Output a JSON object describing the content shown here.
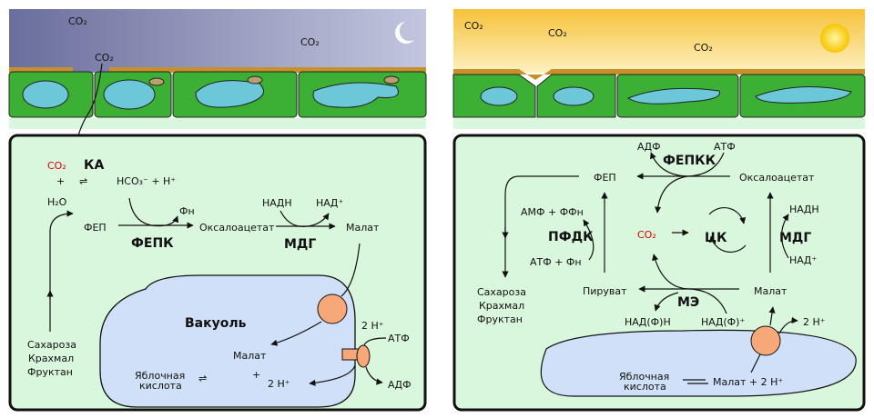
{
  "night": {
    "sky_co2": [
      "CO₂",
      "CO₂",
      "CO₂"
    ],
    "co2_red": "CO₂",
    "ka": "КА",
    "plus": "+",
    "h2o": "H₂O",
    "hco3": "HCO₃⁻ + H⁺",
    "eq": "⇌",
    "fep": "ФЕП",
    "pn": "Фн",
    "oxaloacetate": "Оксалоацетат",
    "nadh": "НАДН",
    "nad": "НАД⁺",
    "malate": "Малат",
    "fepk": "ФЕПК",
    "mdg": "МДГ",
    "vacuole": "Вакуоль",
    "vac_malate": "Малат",
    "vac_plus": "+",
    "vac_2h": "2 H⁺",
    "malic_acid": [
      "Яблочная",
      "кислота"
    ],
    "sugars": [
      "Сахароза",
      "Крахмал",
      "Фруктан"
    ],
    "pump_2h": "2 H⁺",
    "atp": "АТФ",
    "adp": "АДФ"
  },
  "day": {
    "sky_co2": [
      "CO₂",
      "CO₂",
      "CO₂"
    ],
    "adp": "АДФ",
    "atp": "АТФ",
    "fepkk": "ФЕПКК",
    "fep": "ФЕП",
    "oxaloacetate": "Оксалоацетат",
    "amp": "АМФ + ФФн",
    "pfdk": "ПФДК",
    "atp_pn": "АТФ + Фн",
    "co2": "CO₂",
    "ck": "ЦК",
    "mdg": "МДГ",
    "nadh": "НАДН",
    "nad": "НАД⁺",
    "pyruvate": "Пируват",
    "me": "МЭ",
    "malate": "Малат",
    "nadph": "НАД(Ф)Н",
    "nadp": "НАД(Ф)⁺",
    "h2": "2 H⁺",
    "sugars": [
      "Сахароза",
      "Крахмал",
      "Фруктан"
    ],
    "malic_acid": [
      "Яблочная",
      "кислота"
    ],
    "vac_malate": "Малат + 2 H⁺"
  },
  "colors": {
    "cell_bg": "#d9f7dc",
    "vacuole": "#cfe0f8",
    "transporter": "#f7a878",
    "leaf": "#3cb034",
    "red": "#d40000"
  }
}
